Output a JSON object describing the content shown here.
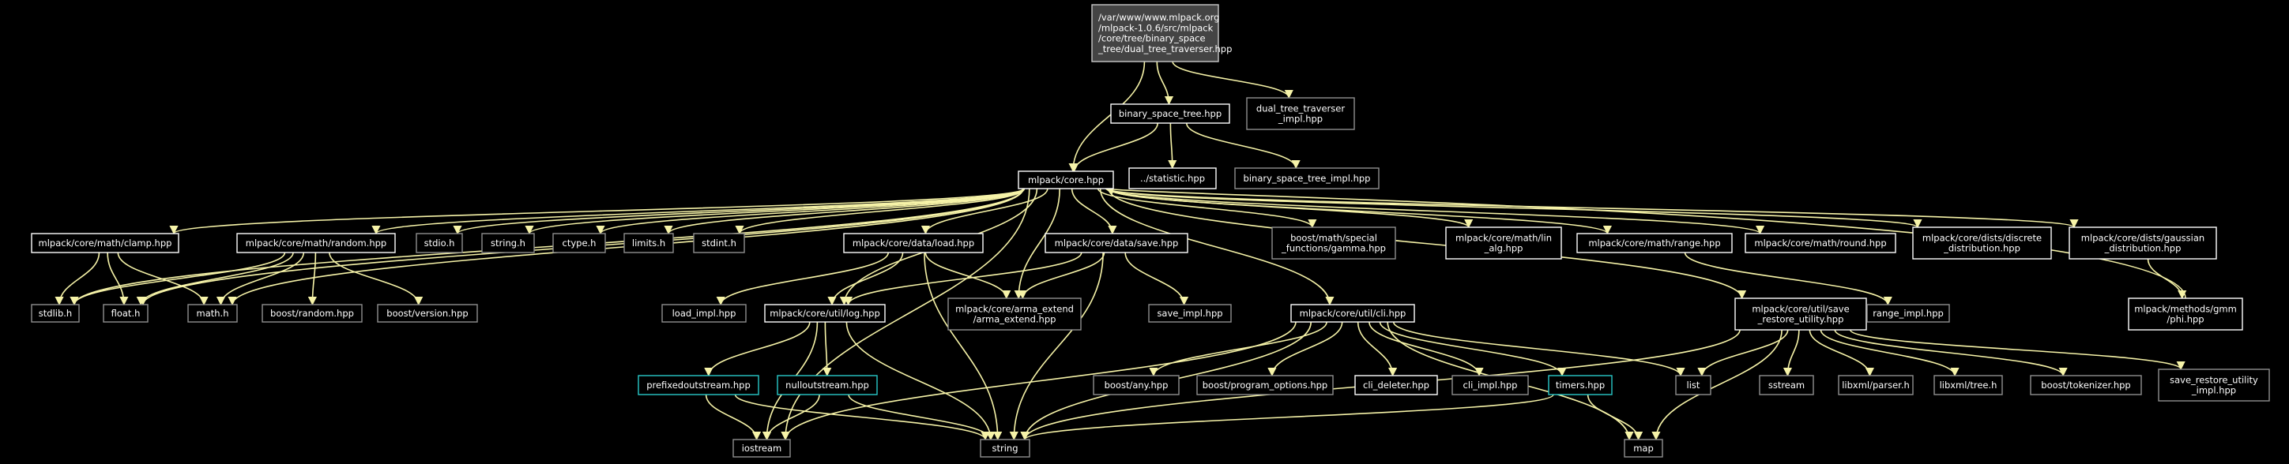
{
  "colors": {
    "background": "#000000",
    "edge": "#f6f3a8",
    "box_defined": "#ffffff",
    "box_undocumented": "#8f8f8f",
    "box_cyan": "#29c9c9",
    "root_fill": "#444444",
    "text": "#ffffff"
  },
  "nodes": [
    {
      "id": "root",
      "kind": "root",
      "lines": [
        "/var/www/www.mlpack.org",
        "/mlpack-1.0.6/src/mlpack",
        "/core/tree/binary_space",
        "_tree/dual_tree_traverser.hpp"
      ]
    },
    {
      "id": "bst",
      "kind": "white",
      "lines": [
        "binary_space_tree.hpp"
      ]
    },
    {
      "id": "dtt_impl",
      "kind": "gray",
      "lines": [
        "dual_tree_traverser",
        "_impl.hpp"
      ]
    },
    {
      "id": "core",
      "kind": "white",
      "lines": [
        "mlpack/core.hpp"
      ]
    },
    {
      "id": "statistic",
      "kind": "white",
      "lines": [
        "../statistic.hpp"
      ]
    },
    {
      "id": "bst_impl",
      "kind": "gray",
      "lines": [
        "binary_space_tree_impl.hpp"
      ]
    },
    {
      "id": "clamp",
      "kind": "white",
      "lines": [
        "mlpack/core/math/clamp.hpp"
      ]
    },
    {
      "id": "random",
      "kind": "white",
      "lines": [
        "mlpack/core/math/random.hpp"
      ]
    },
    {
      "id": "stdio",
      "kind": "gray",
      "lines": [
        "stdio.h"
      ]
    },
    {
      "id": "stringh",
      "kind": "gray",
      "lines": [
        "string.h"
      ]
    },
    {
      "id": "ctype",
      "kind": "gray",
      "lines": [
        "ctype.h"
      ]
    },
    {
      "id": "limits",
      "kind": "gray",
      "lines": [
        "limits.h"
      ]
    },
    {
      "id": "stdint",
      "kind": "gray",
      "lines": [
        "stdint.h"
      ]
    },
    {
      "id": "load",
      "kind": "white",
      "lines": [
        "mlpack/core/data/load.hpp"
      ]
    },
    {
      "id": "save",
      "kind": "white",
      "lines": [
        "mlpack/core/data/save.hpp"
      ]
    },
    {
      "id": "gamma",
      "kind": "gray",
      "lines": [
        "boost/math/special",
        "_functions/gamma.hpp"
      ]
    },
    {
      "id": "linalg",
      "kind": "white",
      "lines": [
        "mlpack/core/math/lin",
        "_alg.hpp"
      ]
    },
    {
      "id": "range",
      "kind": "white",
      "lines": [
        "mlpack/core/math/range.hpp"
      ]
    },
    {
      "id": "round",
      "kind": "white",
      "lines": [
        "mlpack/core/math/round.hpp"
      ]
    },
    {
      "id": "discrete",
      "kind": "white",
      "lines": [
        "mlpack/core/dists/discrete",
        "_distribution.hpp"
      ]
    },
    {
      "id": "gaussian",
      "kind": "white",
      "lines": [
        "mlpack/core/dists/gaussian",
        "_distribution.hpp"
      ]
    },
    {
      "id": "stdlib",
      "kind": "gray",
      "lines": [
        "stdlib.h"
      ]
    },
    {
      "id": "float",
      "kind": "gray",
      "lines": [
        "float.h"
      ]
    },
    {
      "id": "math",
      "kind": "gray",
      "lines": [
        "math.h"
      ]
    },
    {
      "id": "boostrandom",
      "kind": "gray",
      "lines": [
        "boost/random.hpp"
      ]
    },
    {
      "id": "boostversion",
      "kind": "gray",
      "lines": [
        "boost/version.hpp"
      ]
    },
    {
      "id": "loadimpl",
      "kind": "gray",
      "lines": [
        "load_impl.hpp"
      ]
    },
    {
      "id": "log",
      "kind": "white",
      "lines": [
        "mlpack/core/util/log.hpp"
      ]
    },
    {
      "id": "arma",
      "kind": "gray",
      "lines": [
        "mlpack/core/arma_extend",
        "/arma_extend.hpp"
      ]
    },
    {
      "id": "saveimpl",
      "kind": "gray",
      "lines": [
        "save_impl.hpp"
      ]
    },
    {
      "id": "cli",
      "kind": "white",
      "lines": [
        "mlpack/core/util/cli.hpp"
      ]
    },
    {
      "id": "saverestore",
      "kind": "white",
      "lines": [
        "mlpack/core/util/save",
        "_restore_utility.hpp"
      ]
    },
    {
      "id": "rangeimpl",
      "kind": "gray",
      "lines": [
        "range_impl.hpp"
      ]
    },
    {
      "id": "phi",
      "kind": "white",
      "lines": [
        "mlpack/methods/gmm",
        "/phi.hpp"
      ]
    },
    {
      "id": "prefixed",
      "kind": "cyan",
      "lines": [
        "prefixedoutstream.hpp"
      ]
    },
    {
      "id": "nullout",
      "kind": "cyan",
      "lines": [
        "nulloutstream.hpp"
      ]
    },
    {
      "id": "boostany",
      "kind": "gray",
      "lines": [
        "boost/any.hpp"
      ]
    },
    {
      "id": "progopts",
      "kind": "gray",
      "lines": [
        "boost/program_options.hpp"
      ]
    },
    {
      "id": "clideleter",
      "kind": "white",
      "lines": [
        "cli_deleter.hpp"
      ]
    },
    {
      "id": "cliimpl",
      "kind": "gray",
      "lines": [
        "cli_impl.hpp"
      ]
    },
    {
      "id": "timers",
      "kind": "cyan",
      "lines": [
        "timers.hpp"
      ]
    },
    {
      "id": "list",
      "kind": "gray",
      "lines": [
        "list"
      ]
    },
    {
      "id": "sstream",
      "kind": "gray",
      "lines": [
        "sstream"
      ]
    },
    {
      "id": "parser",
      "kind": "gray",
      "lines": [
        "libxml/parser.h"
      ]
    },
    {
      "id": "tree",
      "kind": "gray",
      "lines": [
        "libxml/tree.h"
      ]
    },
    {
      "id": "tokenizer",
      "kind": "gray",
      "lines": [
        "boost/tokenizer.hpp"
      ]
    },
    {
      "id": "srimpl",
      "kind": "gray",
      "lines": [
        "save_restore_utility",
        "_impl.hpp"
      ]
    },
    {
      "id": "iostream",
      "kind": "gray",
      "lines": [
        "iostream"
      ]
    },
    {
      "id": "string",
      "kind": "gray",
      "lines": [
        "string"
      ]
    },
    {
      "id": "map",
      "kind": "gray",
      "lines": [
        "map"
      ]
    }
  ],
  "edges": [
    [
      "root",
      "bst"
    ],
    [
      "root",
      "dtt_impl"
    ],
    [
      "root",
      "core"
    ],
    [
      "bst",
      "core"
    ],
    [
      "bst",
      "statistic"
    ],
    [
      "bst",
      "bst_impl"
    ],
    [
      "core",
      "clamp"
    ],
    [
      "core",
      "random"
    ],
    [
      "core",
      "stdio"
    ],
    [
      "core",
      "stringh"
    ],
    [
      "core",
      "ctype"
    ],
    [
      "core",
      "limits"
    ],
    [
      "core",
      "stdint"
    ],
    [
      "core",
      "load"
    ],
    [
      "core",
      "save"
    ],
    [
      "core",
      "gamma"
    ],
    [
      "core",
      "linalg"
    ],
    [
      "core",
      "range"
    ],
    [
      "core",
      "round"
    ],
    [
      "core",
      "discrete"
    ],
    [
      "core",
      "gaussian"
    ],
    [
      "core",
      "stdlib"
    ],
    [
      "core",
      "float"
    ],
    [
      "core",
      "math"
    ],
    [
      "core",
      "log"
    ],
    [
      "core",
      "arma"
    ],
    [
      "core",
      "cli"
    ],
    [
      "core",
      "saverestore"
    ],
    [
      "core",
      "iostream"
    ],
    [
      "clamp",
      "stdlib"
    ],
    [
      "clamp",
      "float"
    ],
    [
      "clamp",
      "math"
    ],
    [
      "random",
      "stdlib"
    ],
    [
      "random",
      "float"
    ],
    [
      "random",
      "math"
    ],
    [
      "random",
      "boostrandom"
    ],
    [
      "random",
      "boostversion"
    ],
    [
      "load",
      "loadimpl"
    ],
    [
      "load",
      "log"
    ],
    [
      "load",
      "arma"
    ],
    [
      "load",
      "string"
    ],
    [
      "save",
      "saveimpl"
    ],
    [
      "save",
      "log"
    ],
    [
      "save",
      "arma"
    ],
    [
      "save",
      "string"
    ],
    [
      "range",
      "rangeimpl"
    ],
    [
      "gaussian",
      "phi"
    ],
    [
      "phi",
      "core"
    ],
    [
      "log",
      "prefixed"
    ],
    [
      "log",
      "nullout"
    ],
    [
      "log",
      "string"
    ],
    [
      "log",
      "iostream"
    ],
    [
      "prefixed",
      "iostream"
    ],
    [
      "prefixed",
      "string"
    ],
    [
      "nullout",
      "iostream"
    ],
    [
      "nullout",
      "string"
    ],
    [
      "cli",
      "boostany"
    ],
    [
      "cli",
      "progopts"
    ],
    [
      "cli",
      "clideleter"
    ],
    [
      "cli",
      "cliimpl"
    ],
    [
      "cli",
      "timers"
    ],
    [
      "cli",
      "list"
    ],
    [
      "cli",
      "map"
    ],
    [
      "cli",
      "string"
    ],
    [
      "cli",
      "iostream"
    ],
    [
      "timers",
      "map"
    ],
    [
      "timers",
      "string"
    ],
    [
      "saverestore",
      "list"
    ],
    [
      "saverestore",
      "sstream"
    ],
    [
      "saverestore",
      "parser"
    ],
    [
      "saverestore",
      "tree"
    ],
    [
      "saverestore",
      "tokenizer"
    ],
    [
      "saverestore",
      "srimpl"
    ],
    [
      "saverestore",
      "map"
    ],
    [
      "saverestore",
      "string"
    ]
  ]
}
